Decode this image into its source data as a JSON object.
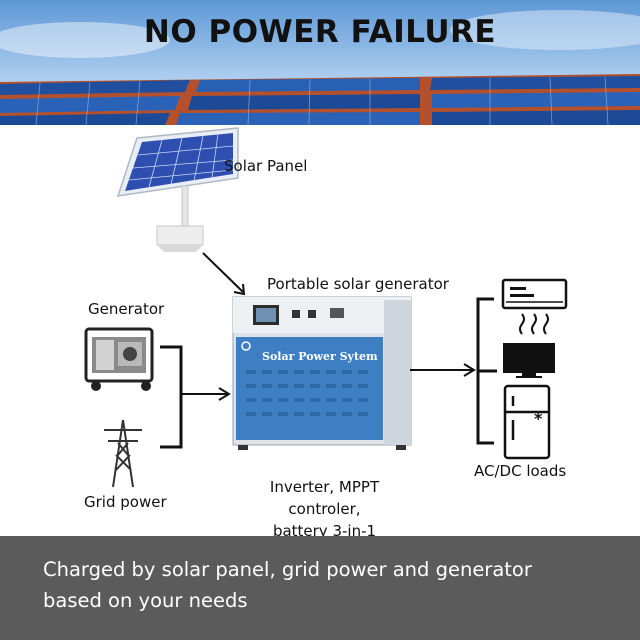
{
  "headline": "NO POWER FAILURE",
  "labels": {
    "solar_panel": "Solar Panel",
    "portable_generator": "Portable solar generator",
    "generator": "Generator",
    "grid_power": "Grid power",
    "loads": "AC/DC loads",
    "product_name": "Solar Power Sytem"
  },
  "caption_lines": [
    "Inverter, MPPT",
    "controler,",
    "battery 3-in-1"
  ],
  "footer_lines": [
    "Charged by solar panel, grid power and generator",
    "based on your needs"
  ],
  "colors": {
    "sky": "#6fa6dc",
    "panel": "#2a55b5",
    "cabinet": "#3d7fc2",
    "footer": "#5b5b5b"
  },
  "icons": [
    "solar-panel-icon",
    "generator-icon",
    "power-tower-icon",
    "air-conditioner-icon",
    "tv-icon",
    "fridge-icon"
  ]
}
